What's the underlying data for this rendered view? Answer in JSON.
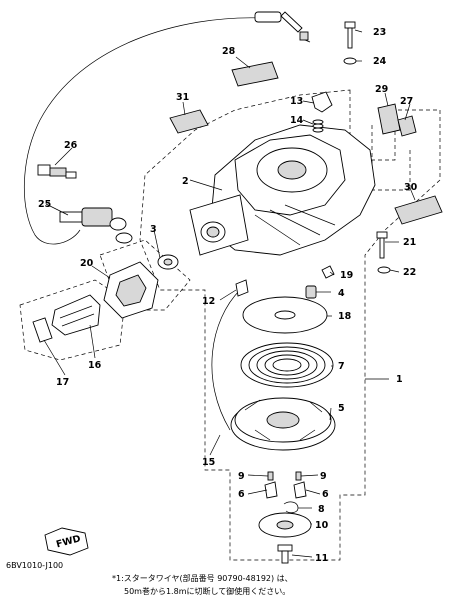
{
  "labels": {
    "l1": "1",
    "l2": "2",
    "l3": "3",
    "l4": "4",
    "l5": "5",
    "l6a": "6",
    "l6b": "6",
    "l7": "7",
    "l8": "8",
    "l9a": "9",
    "l9b": "9",
    "l10": "10",
    "l11": "11",
    "l12": "12",
    "l13": "13",
    "l14": "14",
    "l15": "15",
    "l16": "16",
    "l17": "17",
    "l18": "18",
    "l19": "19",
    "l20": "20",
    "l21": "21",
    "l22": "22",
    "l23": "23",
    "l24": "24",
    "l25": "25",
    "l26": "26",
    "l27": "27",
    "l28": "28",
    "l29": "29",
    "l30": "30",
    "l31": "31"
  },
  "fwd": "FWD",
  "diagram_code": "6BV1010-J100",
  "note": {
    "line1": "*1:スタータワイヤ(部品番号 90790-48192) は、",
    "line2": "50m巻から1.8mに切断して御使用ください。"
  }
}
